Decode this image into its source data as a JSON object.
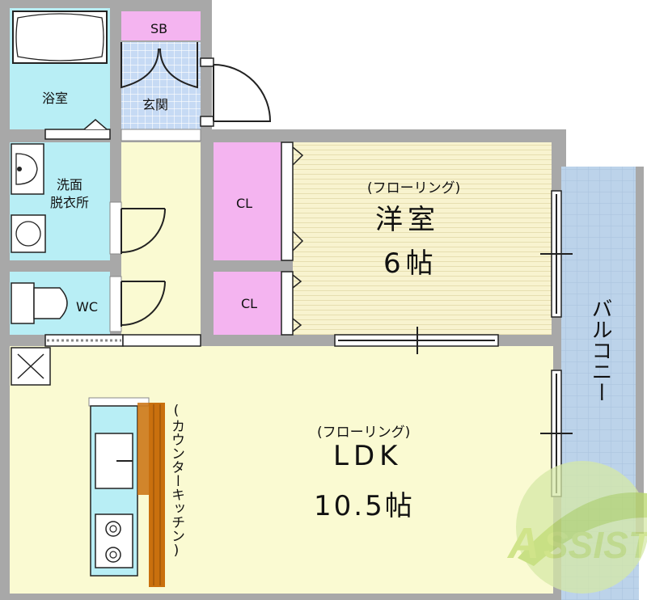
{
  "rooms": {
    "bath": "浴室",
    "shoe_box": "SB",
    "entrance": "玄関",
    "washroom": "洗面\n脱衣所",
    "toilet": "WC",
    "closet_1": "CL",
    "closet_2": "CL",
    "western_room": {
      "floor": "(フローリング)",
      "name": "洋室",
      "size": "6帖"
    },
    "ldk": {
      "floor": "(フローリング)",
      "name": "LDK",
      "size": "10.5帖"
    },
    "balcony": "バルコニー",
    "kitchen": "(カウンターキッチン)"
  },
  "watermark": "ASSIST",
  "colors": {
    "wall": "#a8a8a8",
    "ldk_floor": "#fafad2",
    "western_floor": "#f8f3cf",
    "bath_wash": "#b8eef5",
    "closet": "#f4b4f0",
    "entrance_tile": "#c6daf4",
    "balcony": "#bcd3ea",
    "counter": "#c9700e",
    "logo": "#b8d86a"
  }
}
